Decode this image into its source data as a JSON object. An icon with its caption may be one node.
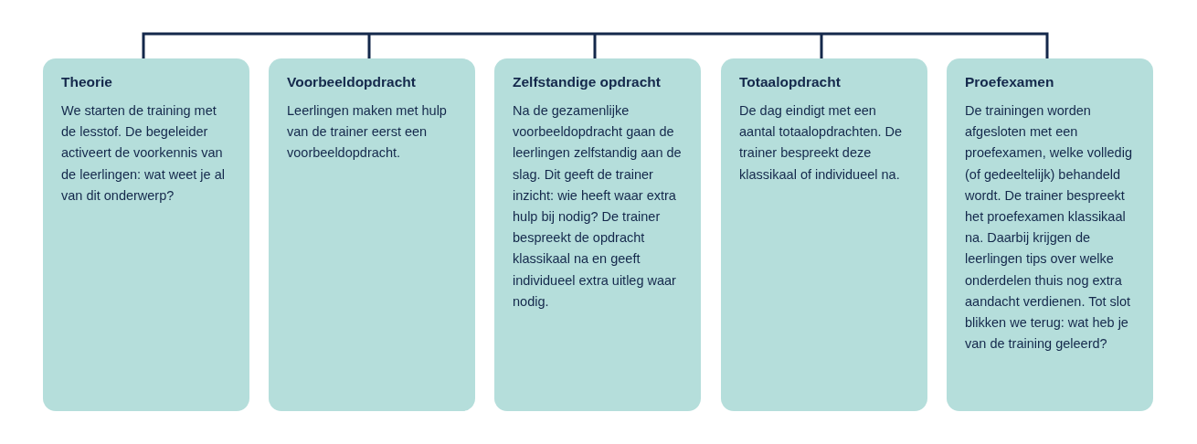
{
  "diagram": {
    "nodes": [
      {
        "text": [
          "Theorie",
          "We starten de training met de lesstof. De begeleider activeert de voorkennis van de leerlingen: wat weet je al van dit onderwerp?"
        ]
      },
      {
        "text": [
          "Voorbeeldopdracht",
          "Leerlingen maken met hulp van de trainer eerst een voorbeeldopdracht."
        ]
      },
      {
        "text": [
          "Zelfstandige opdracht",
          "Na de gezamenlijke voorbeeldopdracht gaan de leerlingen zelfstandig aan de slag. Dit geeft de trainer inzicht: wie heeft waar extra hulp bij nodig? De trainer bespreekt de opdracht klassikaal na en geeft individueel extra uitleg waar nodig."
        ]
      },
      {
        "text": [
          "Totaalopdracht",
          "De dag eindigt met een aantal totaalopdrachten. De trainer bespreekt deze klassikaal of individueel na."
        ]
      },
      {
        "text": [
          "Proefexamen",
          "De trainingen worden afgesloten met een proefexamen, welke volledig (of gedeeltelijk) behandeld wordt. De trainer bespreekt het proefexamen klassikaal na. Daarbij krijgen de leerlingen tips over welke onderdelen thuis nog extra aandacht verdienen. Tot slot blikken we terug: wat heb je van de training geleerd?"
        ]
      }
    ]
  }
}
